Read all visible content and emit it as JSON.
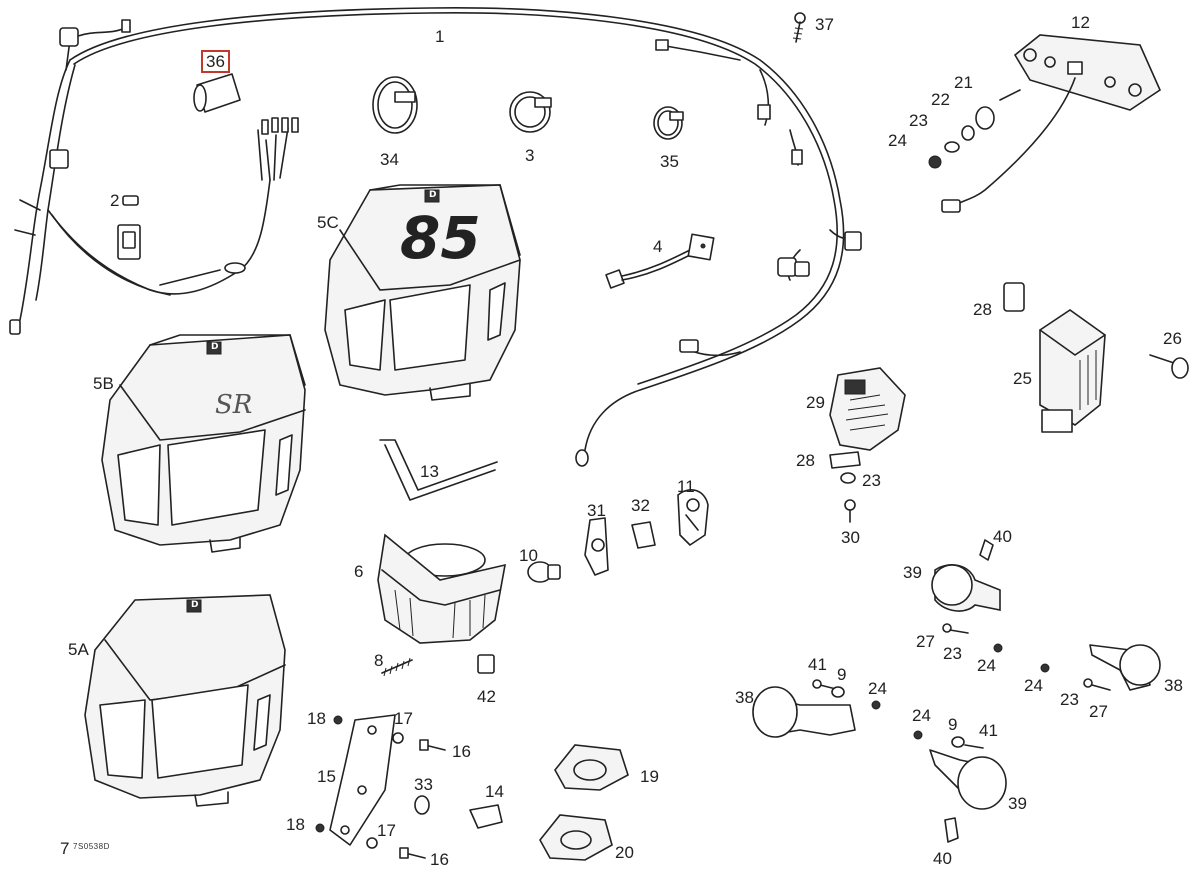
{
  "figure": {
    "reference_code": "7S0538D"
  },
  "parts": [
    {
      "id": "1",
      "label": "1"
    },
    {
      "id": "2",
      "label": "2"
    },
    {
      "id": "3",
      "label": "3"
    },
    {
      "id": "4",
      "label": "4"
    },
    {
      "id": "5A",
      "label": "5A"
    },
    {
      "id": "5B",
      "label": "5B"
    },
    {
      "id": "5C",
      "label": "5C"
    },
    {
      "id": "6",
      "label": "6"
    },
    {
      "id": "7",
      "label": "7"
    },
    {
      "id": "8",
      "label": "8"
    },
    {
      "id": "9a",
      "label": "9"
    },
    {
      "id": "9b",
      "label": "9"
    },
    {
      "id": "10",
      "label": "10"
    },
    {
      "id": "11",
      "label": "11"
    },
    {
      "id": "12",
      "label": "12"
    },
    {
      "id": "13",
      "label": "13"
    },
    {
      "id": "14",
      "label": "14"
    },
    {
      "id": "15",
      "label": "15"
    },
    {
      "id": "16a",
      "label": "16"
    },
    {
      "id": "16b",
      "label": "16"
    },
    {
      "id": "17a",
      "label": "17"
    },
    {
      "id": "17b",
      "label": "17"
    },
    {
      "id": "18a",
      "label": "18"
    },
    {
      "id": "18b",
      "label": "18"
    },
    {
      "id": "19",
      "label": "19"
    },
    {
      "id": "20",
      "label": "20"
    },
    {
      "id": "21",
      "label": "21"
    },
    {
      "id": "22",
      "label": "22"
    },
    {
      "id": "23a",
      "label": "23"
    },
    {
      "id": "23b",
      "label": "23"
    },
    {
      "id": "23c",
      "label": "23"
    },
    {
      "id": "23d",
      "label": "23"
    },
    {
      "id": "24a",
      "label": "24"
    },
    {
      "id": "24b",
      "label": "24"
    },
    {
      "id": "24c",
      "label": "24"
    },
    {
      "id": "24d",
      "label": "24"
    },
    {
      "id": "24e",
      "label": "24"
    },
    {
      "id": "25",
      "label": "25"
    },
    {
      "id": "26",
      "label": "26"
    },
    {
      "id": "27a",
      "label": "27"
    },
    {
      "id": "27b",
      "label": "27"
    },
    {
      "id": "28a",
      "label": "28"
    },
    {
      "id": "28b",
      "label": "28"
    },
    {
      "id": "29",
      "label": "29"
    },
    {
      "id": "30",
      "label": "30"
    },
    {
      "id": "31",
      "label": "31"
    },
    {
      "id": "32",
      "label": "32"
    },
    {
      "id": "33",
      "label": "33"
    },
    {
      "id": "34",
      "label": "34"
    },
    {
      "id": "35",
      "label": "35"
    },
    {
      "id": "36",
      "label": "36",
      "highlighted": true
    },
    {
      "id": "37",
      "label": "37"
    },
    {
      "id": "38a",
      "label": "38"
    },
    {
      "id": "38b",
      "label": "38"
    },
    {
      "id": "39a",
      "label": "39"
    },
    {
      "id": "39b",
      "label": "39"
    },
    {
      "id": "40a",
      "label": "40"
    },
    {
      "id": "40b",
      "label": "40"
    },
    {
      "id": "41a",
      "label": "41"
    },
    {
      "id": "41b",
      "label": "41"
    },
    {
      "id": "42",
      "label": "42"
    }
  ],
  "decals": {
    "fairing_5c_number": "85",
    "fairing_5b_text": "SR",
    "brand_mark": "D"
  },
  "colors": {
    "line": "#222222",
    "highlight_box": "#c0392b",
    "background": "#ffffff"
  }
}
